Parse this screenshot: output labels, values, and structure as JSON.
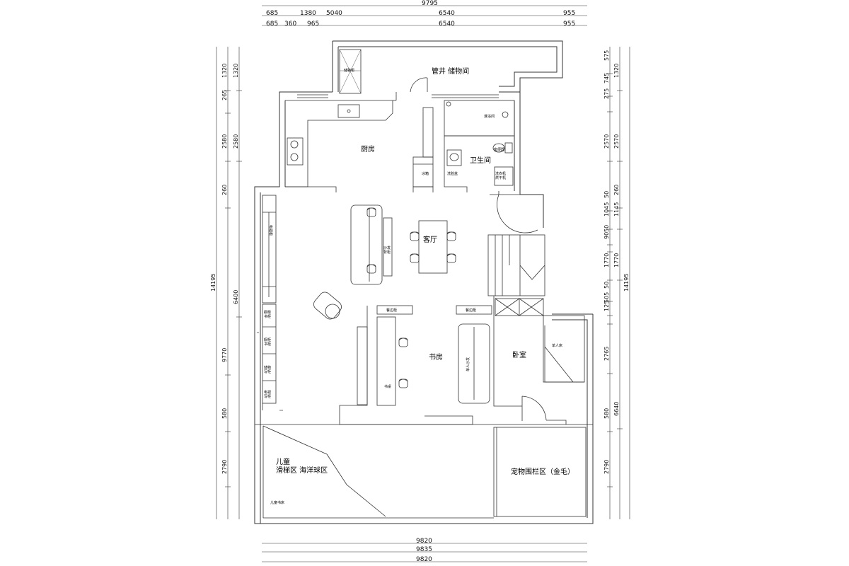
{
  "rooms": {
    "pipe_storage": "管井  储物间",
    "storage_cabinet": "储物柜",
    "kitchen": "厨房",
    "bathroom": "卫生间",
    "shower_room": "淋浴间",
    "toilet": "座便器",
    "washbasin": "洗脸盆",
    "washer_dryer": "洗衣机\n烘干机",
    "fridge": "冰箱",
    "living": "客厅",
    "tv_cabinet": "电视柜",
    "sofa_back_cabinet": "沙发\n背柜",
    "study": "书房",
    "desk": "书桌",
    "side_cabinet_1": "餐边柜",
    "side_cabinet_2": "餐边柜",
    "single_sofa": "单人沙发",
    "bedroom": "卧室",
    "single_bed": "单人床",
    "kids_line1": "儿童",
    "kids_line2": "滑梯区 海洋球区",
    "kids_bed": "儿童书床",
    "pet_area": "宠物围栏区（金毛）",
    "shelf_1": "橱柜\n书柜",
    "shelf_2": "橱柜\n书柜",
    "shelf_3": "储物\n写柜",
    "shelf_4": "电视\n写柜"
  },
  "dimensions": {
    "top_total": "9795",
    "top_row1": [
      "685",
      "1380",
      "5040",
      "6540",
      "955"
    ],
    "top_row2": [
      "685",
      "360",
      "965",
      "6540",
      "955"
    ],
    "bottom": [
      "9820",
      "9835",
      "9820"
    ],
    "left_outer": "14195",
    "left_mid": [
      "1320",
      "265",
      "2580",
      "260",
      "9770",
      "580",
      "2790"
    ],
    "left_inner": [
      "1320",
      "2580",
      "6400"
    ],
    "right_outer": "14195",
    "right_inner": [
      "575",
      "745",
      "275",
      "2570",
      "50",
      "1045",
      "50",
      "90",
      "1770",
      "50",
      "505",
      "125",
      "2765",
      "580",
      "2790"
    ],
    "right_mid": [
      "1320",
      "2570",
      "260",
      "1145",
      "1770",
      "6640"
    ]
  }
}
